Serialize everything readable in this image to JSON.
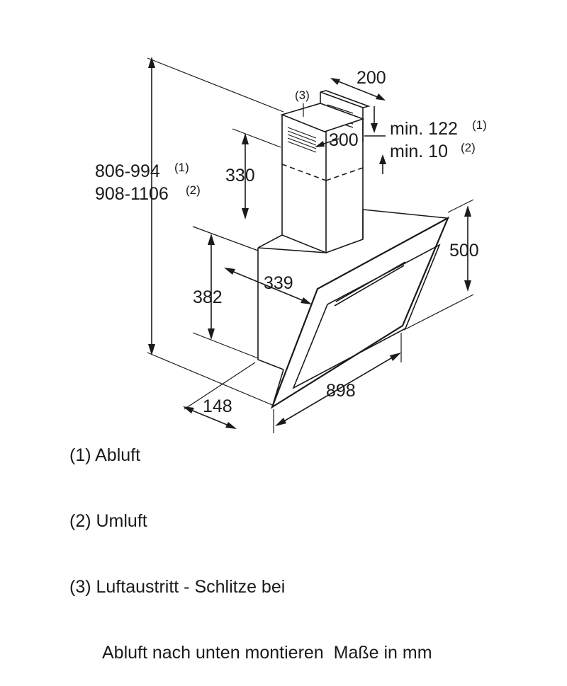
{
  "dimensions": {
    "total_height_1": "806-994",
    "total_height_1_ref": "(1)",
    "total_height_2": "908-1106",
    "total_height_2_ref": "(2)",
    "chimney_height": "330",
    "chimney_depth": "200",
    "chimney_width": "300",
    "min_top_1": "min. 122",
    "min_top_1_ref": "(1)",
    "min_top_2": "min. 10",
    "min_top_2_ref": "(2)",
    "body_height": "382",
    "body_depth": "339",
    "panel_height": "500",
    "width": "898",
    "bottom_depth": "148",
    "slot_ref": "(3)"
  },
  "legend": {
    "item1": "(1) Abluft",
    "item2": "(2) Umluft",
    "item3": "(3) Luftaustritt - Schlitze bei",
    "item3_cont": "Abluft nach unten montieren",
    "units": "Maße in mm"
  }
}
